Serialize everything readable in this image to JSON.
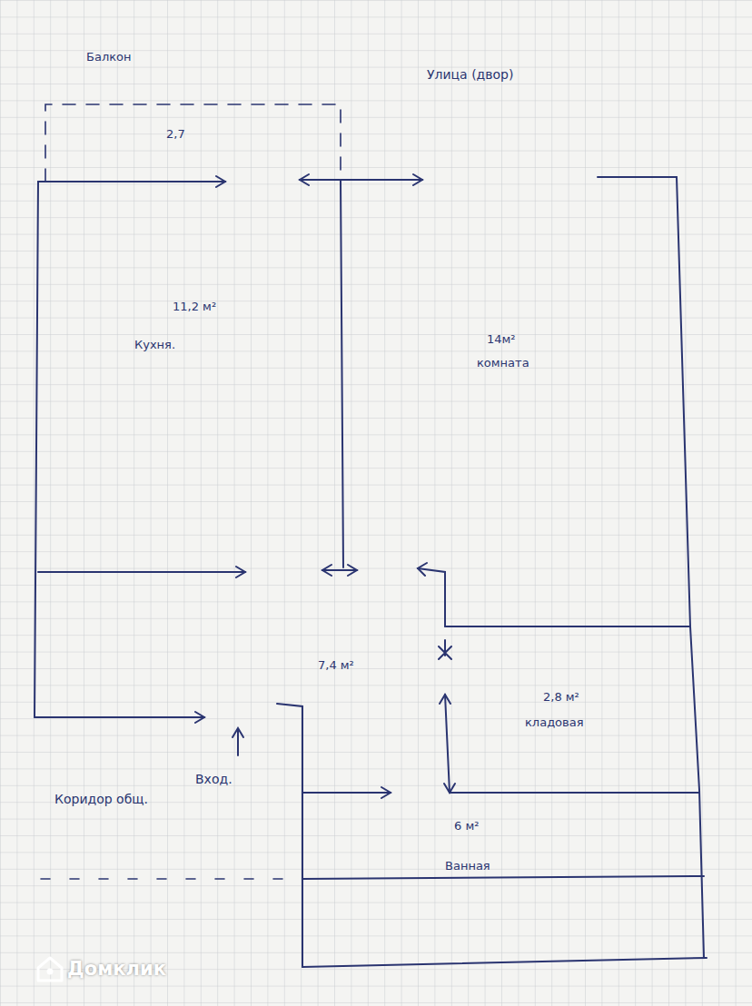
{
  "diagram": {
    "nodes": [
      {
        "text": [
          "Балкон",
          "2,7"
        ]
      },
      {
        "text": [
          "11,2 м²",
          "Кухня."
        ]
      },
      {
        "text": [
          "14м²",
          "комната"
        ]
      },
      {
        "text": [
          "7,4 м²"
        ]
      },
      {
        "text": [
          "2,8 м²",
          "кладовая"
        ]
      },
      {
        "text": [
          "6 м²",
          "Ванная"
        ]
      }
    ],
    "labels": [
      "Улица (двор)",
      "Коридор общ.",
      "Вход.",
      "Домклик"
    ]
  }
}
